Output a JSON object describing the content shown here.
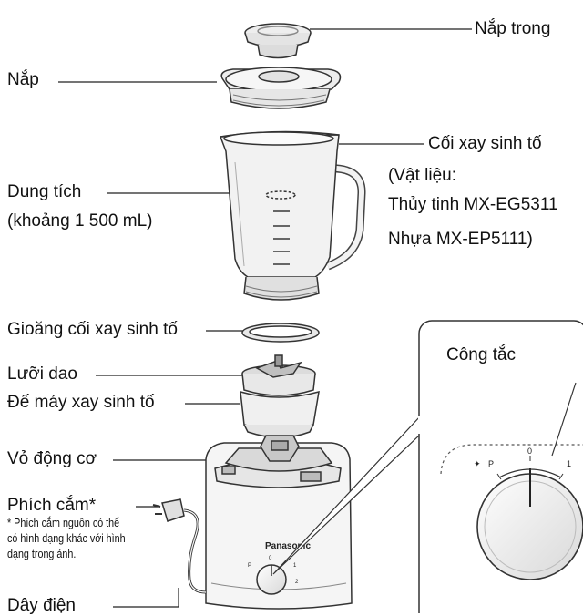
{
  "labels": {
    "inner_lid": "Nắp trong",
    "lid": "Nắp",
    "jar": "Cối xay sinh tố",
    "material_1": "(Vật liệu:",
    "material_2": "Thủy tinh MX-EG5311",
    "material_3": "Nhựa MX-EP5111)",
    "capacity_1": "Dung tích",
    "capacity_2": "(khoảng 1 500 mL)",
    "gasket": "Gioăng cối xay sinh tố",
    "blade": "Lưỡi dao",
    "blade_base": "Đế máy xay sinh tố",
    "motor_housing": "Vỏ động cơ",
    "plug": "Phích cắm*",
    "plug_note": [
      "* Phích cắm nguồn có thể",
      "có hình dạng khác với hình",
      "dạng trong ảnh."
    ],
    "cord": "Dây điện",
    "switch": "Công tắc"
  },
  "brand": "Panasonic",
  "dial": {
    "p": "P",
    "zero": "0",
    "one": "1",
    "two": "2"
  }
}
